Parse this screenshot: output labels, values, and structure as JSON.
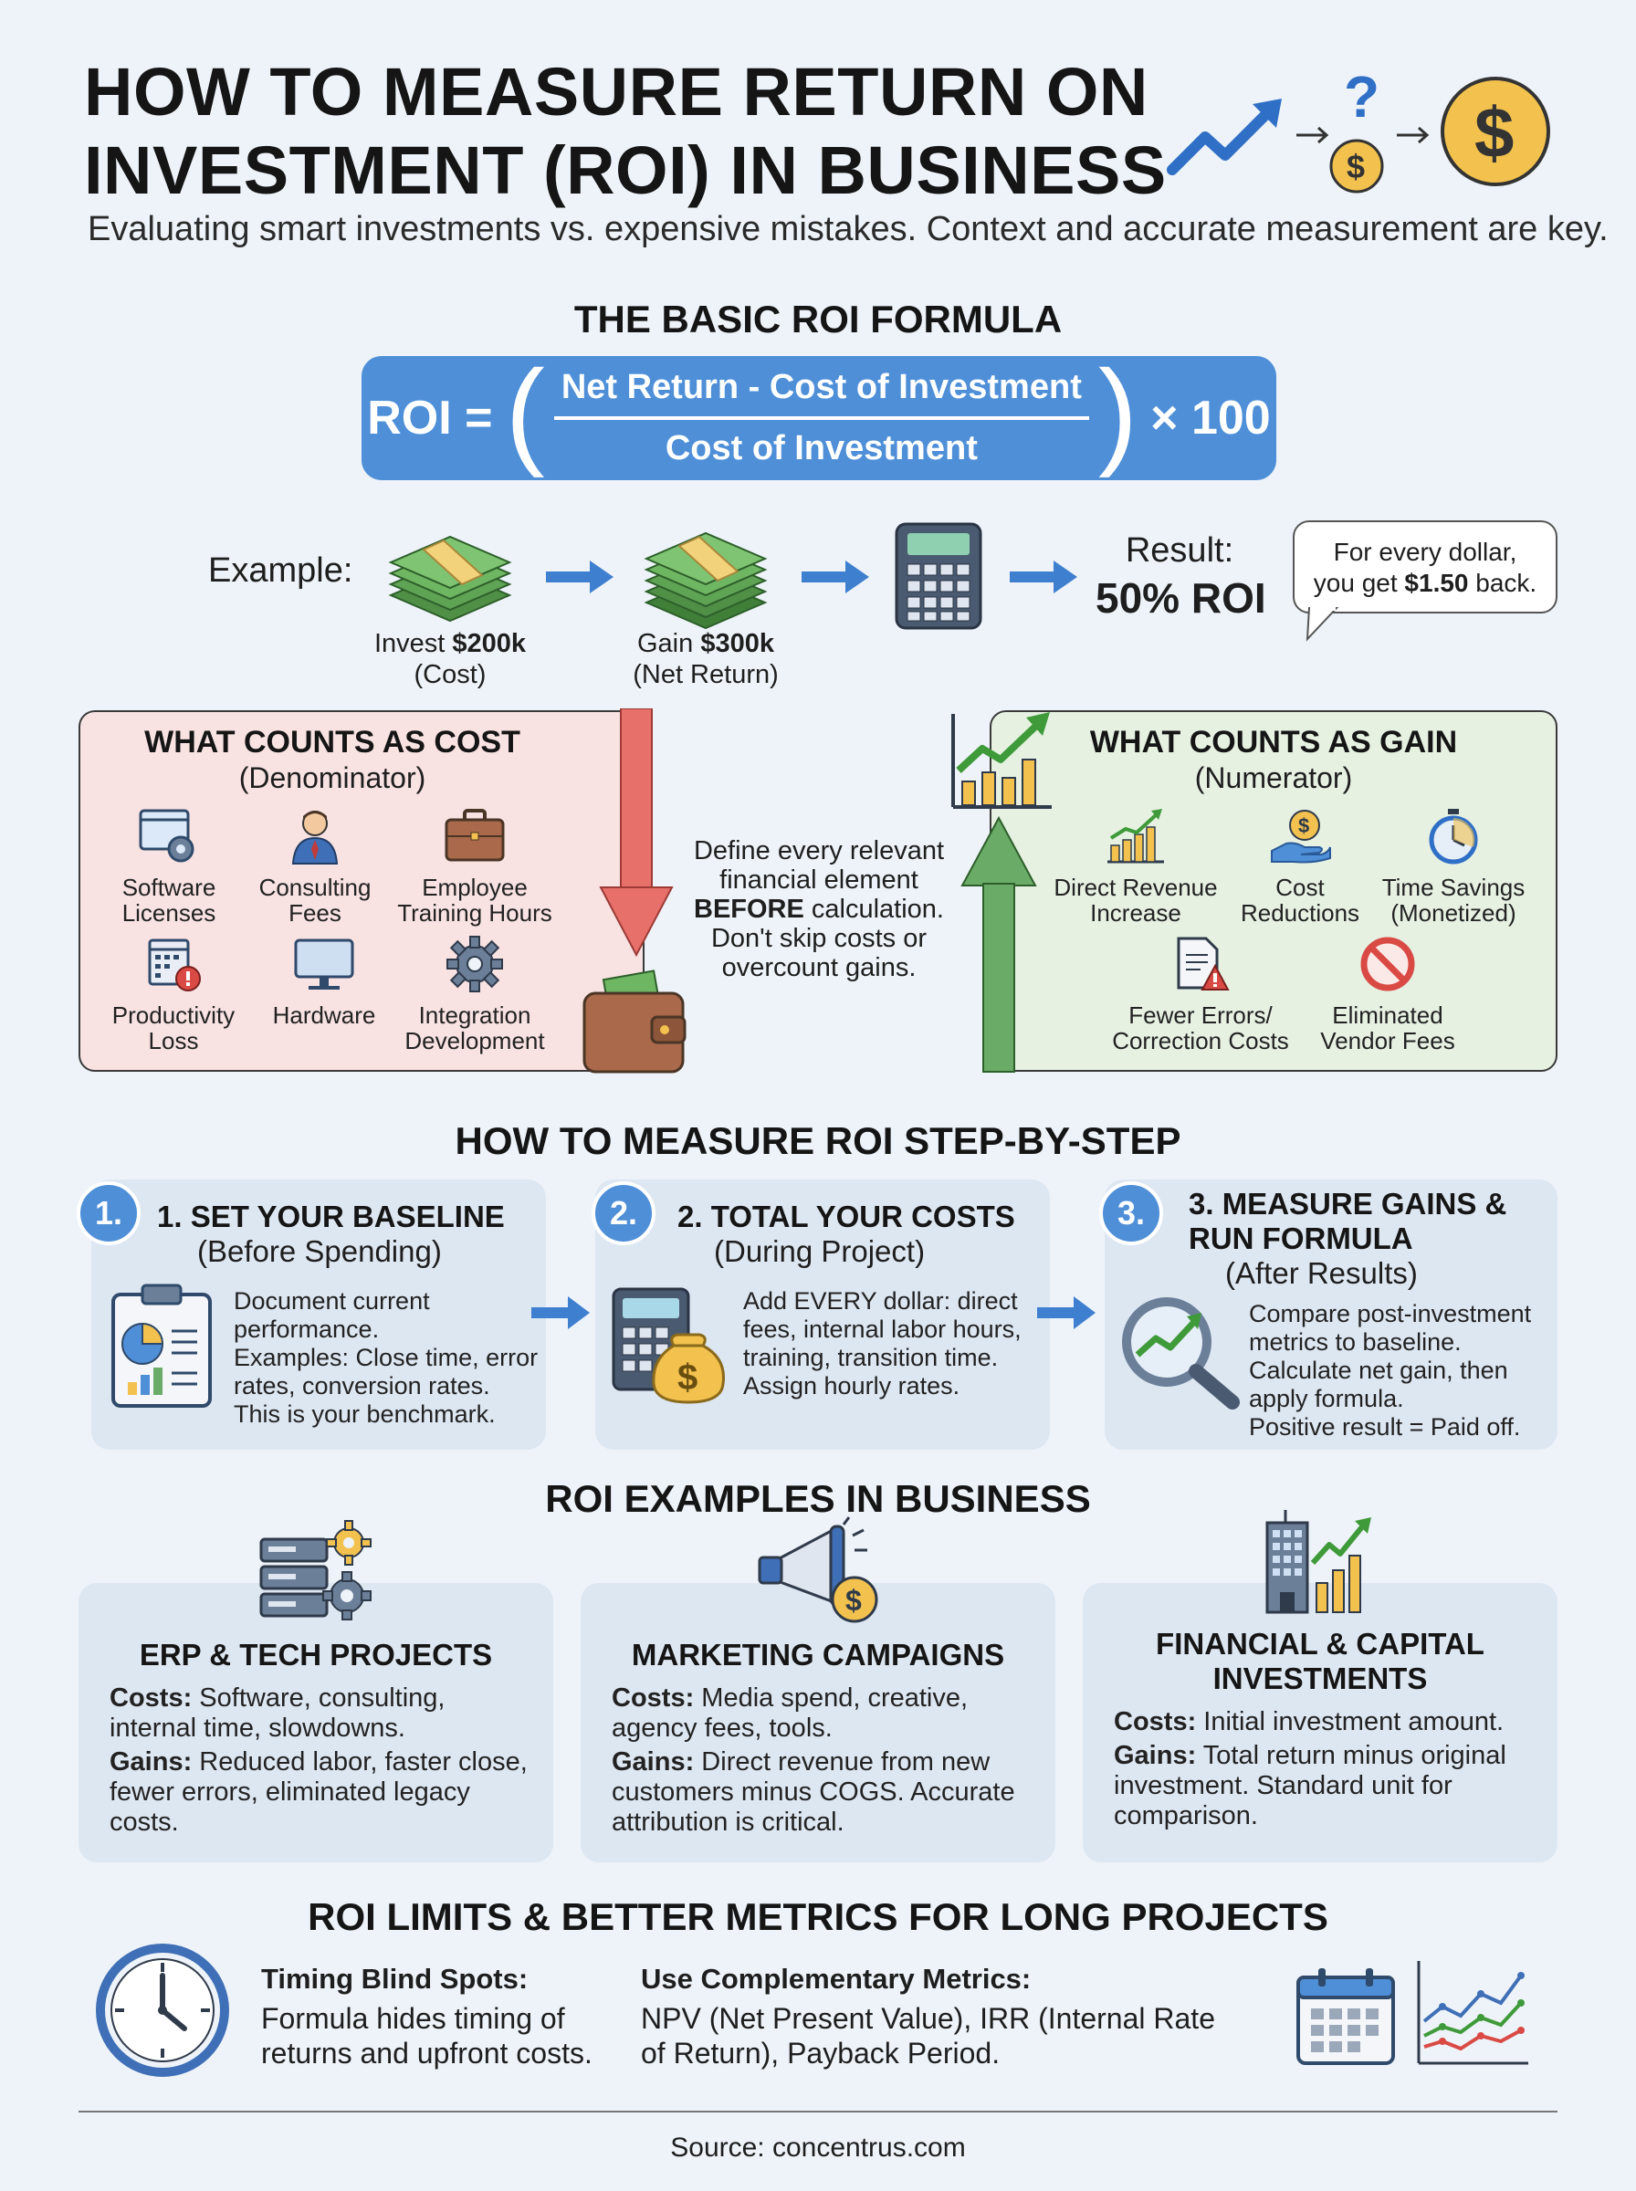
{
  "header": {
    "title_line1": "HOW TO MEASURE RETURN ON",
    "title_line2": "INVESTMENT (ROI) IN BUSINESS",
    "subtitle": "Evaluating smart investments vs. expensive mistakes. Context and accurate measurement are key."
  },
  "formula": {
    "heading": "THE BASIC ROI FORMULA",
    "lhs": "ROI =",
    "numerator": "Net Return - Cost of Investment",
    "denominator": "Cost of Investment",
    "multiplier": "× 100"
  },
  "example": {
    "label": "Example:",
    "invest_prefix": "Invest ",
    "invest_amount": "$200k",
    "invest_note": "(Cost)",
    "gain_prefix": "Gain ",
    "gain_amount": "$300k",
    "gain_note": "(Net Return)",
    "result_label": "Result:",
    "result_value": "50% ROI",
    "bubble_line1": "For every dollar,",
    "bubble_prefix": "you get ",
    "bubble_amount": "$1.50",
    "bubble_suffix": " back."
  },
  "cost": {
    "heading": "WHAT COUNTS AS COST",
    "sub": "(Denominator)",
    "items": [
      {
        "line1": "Software",
        "line2": "Licenses"
      },
      {
        "line1": "Consulting",
        "line2": "Fees"
      },
      {
        "line1": "Employee",
        "line2": "Training Hours"
      },
      {
        "line1": "Productivity",
        "line2": "Loss"
      },
      {
        "line1": "Hardware",
        "line2": ""
      },
      {
        "line1": "Integration",
        "line2": "Development"
      }
    ]
  },
  "center_note": {
    "line1": "Define every relevant",
    "line2": "financial element",
    "bold": "BEFORE",
    "line3_rest": " calculation.",
    "line4": "Don't skip costs or",
    "line5": "overcount gains."
  },
  "gain": {
    "heading": "WHAT COUNTS AS GAIN",
    "sub": "(Numerator)",
    "items": [
      {
        "line1": "Direct Revenue",
        "line2": "Increase"
      },
      {
        "line1": "Cost",
        "line2": "Reductions"
      },
      {
        "line1": "Time Savings",
        "line2": "(Monetized)"
      },
      {
        "line1": "Fewer Errors/",
        "line2": "Correction Costs"
      },
      {
        "line1": "Eliminated",
        "line2": "Vendor Fees"
      }
    ]
  },
  "steps": {
    "heading": "HOW TO MEASURE ROI STEP-BY-STEP",
    "items": [
      {
        "num": "1.",
        "title": "1. SET YOUR BASELINE",
        "title2": "",
        "sub": "(Before Spending)",
        "lines": [
          "Document current",
          "performance.",
          "Examples: Close time, error",
          "rates, conversion rates.",
          "This is your benchmark."
        ]
      },
      {
        "num": "2.",
        "title": "2. TOTAL YOUR COSTS",
        "title2": "",
        "sub": "(During Project)",
        "lines": [
          "Add EVERY dollar: direct",
          "fees, internal labor hours,",
          "training, transition time.",
          "Assign hourly rates."
        ]
      },
      {
        "num": "3.",
        "title": "3. MEASURE GAINS &",
        "title2": "RUN FORMULA",
        "sub": "(After Results)",
        "lines": [
          "Compare post-investment",
          "metrics to baseline.",
          "Calculate net gain, then",
          "apply formula.",
          "Positive result = Paid off."
        ]
      }
    ]
  },
  "examples": {
    "heading": "ROI EXAMPLES IN BUSINESS",
    "cards": [
      {
        "title": "ERP & TECH PROJECTS",
        "title2": "",
        "costs_label": "Costs:",
        "costs_l1": " Software, consulting,",
        "costs_l2": "internal time, slowdowns.",
        "costs_l3": "",
        "gains_label": "Gains:",
        "gains_l1": " Reduced labor, faster close,",
        "gains_l2": "fewer errors, eliminated legacy",
        "gains_l3": "costs."
      },
      {
        "title": "MARKETING CAMPAIGNS",
        "title2": "",
        "costs_label": "Costs:",
        "costs_l1": " Media spend, creative,",
        "costs_l2": "agency fees, tools.",
        "costs_l3": "",
        "gains_label": "Gains:",
        "gains_l1": " Direct revenue from new",
        "gains_l2": "customers minus COGS. Accurate",
        "gains_l3": "attribution is critical."
      },
      {
        "title": "FINANCIAL & CAPITAL",
        "title2": "INVESTMENTS",
        "costs_label": "Costs:",
        "costs_l1": " Initial investment amount.",
        "costs_l2": "",
        "costs_l3": "",
        "gains_label": "Gains:",
        "gains_l1": " Total return minus original",
        "gains_l2": "investment. Standard unit for",
        "gains_l3": "comparison."
      }
    ]
  },
  "limits": {
    "heading": "ROI LIMITS & BETTER METRICS FOR LONG PROJECTS",
    "timing_title": "Timing Blind Spots:",
    "timing_l1": "Formula hides timing of",
    "timing_l2": "returns and upfront costs.",
    "metrics_title": "Use Complementary Metrics:",
    "metrics_l1": "NPV (Net Present Value), IRR (Internal Rate",
    "metrics_l2": "of Return), Payback Period."
  },
  "footer": {
    "source": "Source: concentrus.com"
  },
  "colors": {
    "blue": "#4e8fd8",
    "red": "#e8706b",
    "green": "#6aac67",
    "gold": "#f2c14e",
    "cost_bg": "#f8e2e2",
    "gain_bg": "#e6f1e2"
  }
}
